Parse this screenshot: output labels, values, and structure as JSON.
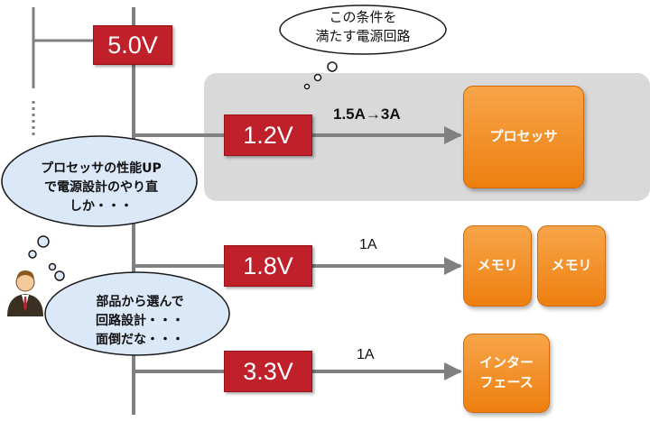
{
  "rails": [
    {
      "voltage": "5.0V"
    },
    {
      "voltage": "1.2V",
      "current": "1.5A→3A",
      "loads": [
        "プロセッサ"
      ]
    },
    {
      "voltage": "1.8V",
      "current": "1A",
      "loads": [
        "メモリ",
        "メモリ"
      ]
    },
    {
      "voltage": "3.3V",
      "current": "1A",
      "loads": [
        "インター",
        "フェース"
      ]
    }
  ],
  "clouds": [
    {
      "lines": [
        "この条件を",
        "満たす電源回路"
      ]
    },
    {
      "lines": [
        "プロセッサの性能UP",
        "で電源設計のやり直",
        "しか・・・"
      ]
    },
    {
      "lines": [
        "部品から選んで",
        "回路設計・・・",
        "面倒だな・・・"
      ]
    }
  ],
  "colors": {
    "voltage_box": "#c0202a",
    "load_block": "#f28a1e",
    "highlight_panel": "#d9d9d9",
    "bus_line": "#808080",
    "cloud_fill": "#dbe8f8"
  },
  "icons": [
    "engineer-person-icon"
  ]
}
